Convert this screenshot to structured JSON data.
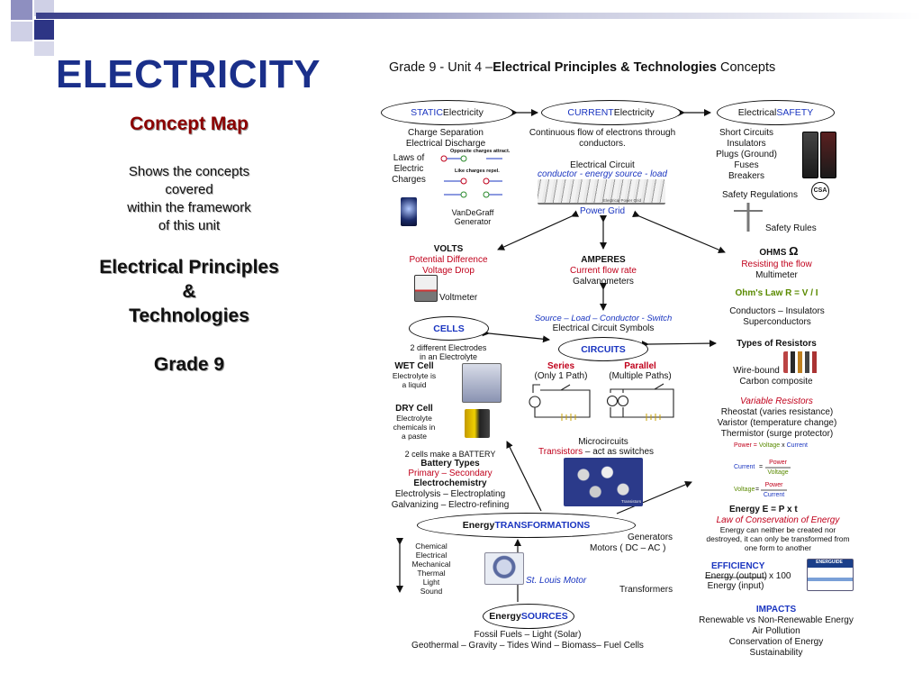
{
  "slide": {
    "title": "ELECTRICITY",
    "concept_map": "Concept Map",
    "description_lines": [
      "Shows the concepts",
      "covered",
      "within the framework",
      "of this unit"
    ],
    "unit_lines": [
      "Electrical Principles",
      "&",
      "Technologies"
    ],
    "grade": "Grade 9"
  },
  "map": {
    "header": {
      "prefix": "Grade 9 - Unit 4 –",
      "bold": "Electrical Principles & Technologies",
      "suffix": " Concepts"
    },
    "static": {
      "oval_colored": "STATIC",
      "oval_rest": " Electricity",
      "lines": [
        "Charge Separation",
        "Electrical Discharge"
      ],
      "laws": [
        "Laws of",
        "Electric",
        "Charges"
      ],
      "opposite": "Opposite charges attract.",
      "like": "Like charges repel.",
      "vdg": [
        "VanDeGraff",
        "Generator"
      ]
    },
    "current": {
      "oval_colored": "CURRENT",
      "oval_rest": " Electricity",
      "lines": [
        "Continuous flow of electrons through",
        "conductors."
      ],
      "circuit": "Electrical Circuit",
      "circuit_def": "conductor - energy source - load",
      "grid_caption": "Electrical Power Grid",
      "power_grid": "Power Grid"
    },
    "safety": {
      "oval_rest": "Electrical ",
      "oval_colored": "SAFETY",
      "items": [
        "Short Circuits",
        "Insulators",
        "Plugs (Ground)",
        "Fuses",
        "Breakers"
      ],
      "regulations": "Safety Regulations",
      "csa": "CSA",
      "rules": "Safety Rules"
    },
    "volts": {
      "title": "VOLTS",
      "lines": [
        "Potential Difference",
        "Voltage Drop"
      ],
      "meter": "Voltmeter"
    },
    "amperes": {
      "title": "AMPERES",
      "line1": "Current flow rate",
      "line2": "Galvanometers"
    },
    "ohms": {
      "title": "OHMS",
      "symbol": "Ω",
      "line1": "Resisting the flow",
      "line2": "Multimeter",
      "law": "Ohm's Law   R = V / I",
      "cond": [
        "Conductors – Insulators",
        "Superconductors"
      ]
    },
    "symbols": {
      "line1": "Source – Load – Conductor - Switch",
      "line2": "Electrical Circuit Symbols"
    },
    "cells": {
      "oval": "CELLS",
      "electrodes": [
        "2 different Electrodes",
        "in an Electrolyte"
      ],
      "wet_title": "WET Cell",
      "wet_desc": [
        "Electrolyte is",
        "a liquid"
      ],
      "dry_title": "DRY Cell",
      "dry_desc": [
        "Electrolyte",
        "chemicals in",
        "a paste"
      ],
      "battery": "2 cells make a BATTERY",
      "types": "Battery Types",
      "prim_sec": "Primary – Secondary",
      "electrochem": "Electrochemistry",
      "electrolysis": "Electrolysis – Electroplating",
      "galvanizing": "Galvanizing – Electro-refining"
    },
    "circuits": {
      "oval": "CIRCUITS",
      "series": "Series",
      "series_desc": "(Only 1 Path)",
      "parallel": "Parallel",
      "parallel_desc": "(Multiple Paths)",
      "micro": "Microcircuits",
      "trans_red": "Transistors",
      "trans_rest": " – act as switches",
      "trans_caption": "Transistors"
    },
    "resistors": {
      "title": "Types of Resistors",
      "lines": [
        "Wire-bound",
        "Carbon composite"
      ],
      "variable": "Variable Resistors",
      "vlines": [
        "Rheostat (varies resistance)",
        "Varistor (temperature change)",
        "Thermistor  (surge protector)"
      ]
    },
    "formulas": {
      "power": "Power",
      "eq": "=",
      "voltage": "Voltage",
      "times": "x",
      "current": "Current",
      "energy": "Energy  E  =  P  x  t",
      "law": "Law of Conservation of Energy",
      "law_desc": [
        "Energy can neither be created nor",
        "destroyed, it can only be transformed from",
        "one form to another"
      ]
    },
    "transformations": {
      "oval_rest": "Energy ",
      "oval_colored": "TRANSFORMATIONS",
      "forms": [
        "Chemical",
        "Electrical",
        "Mechanical",
        "Thermal",
        "Light",
        "Sound"
      ],
      "motor": "St. Louis Motor",
      "generators": "Generators",
      "motors": "Motors  ( DC – AC  )",
      "transformers": "Transformers"
    },
    "efficiency": {
      "title": "EFFICIENCY",
      "numerator": "Energy (output)",
      "times100": "x  100",
      "denominator": "Energy (input)",
      "energuide": "ENERGUIDE"
    },
    "impacts": {
      "title": "IMPACTS",
      "lines": [
        "Renewable vs Non-Renewable Energy",
        "Air Pollution",
        "Conservation of Energy",
        "Sustainability"
      ]
    },
    "sources": {
      "oval_rest": "Energy ",
      "oval_colored": "SOURCES",
      "line1": "Fossil Fuels – Light (Solar)",
      "line2": "Geothermal – Gravity – Tides Wind – Biomass– Fuel Cells"
    }
  },
  "colors": {
    "title_blue": "#1a2f8a",
    "concept_red": "#8b0000",
    "label_red": "#c0001b",
    "label_blue": "#1a35c0",
    "law_green": "#5a8a00"
  }
}
